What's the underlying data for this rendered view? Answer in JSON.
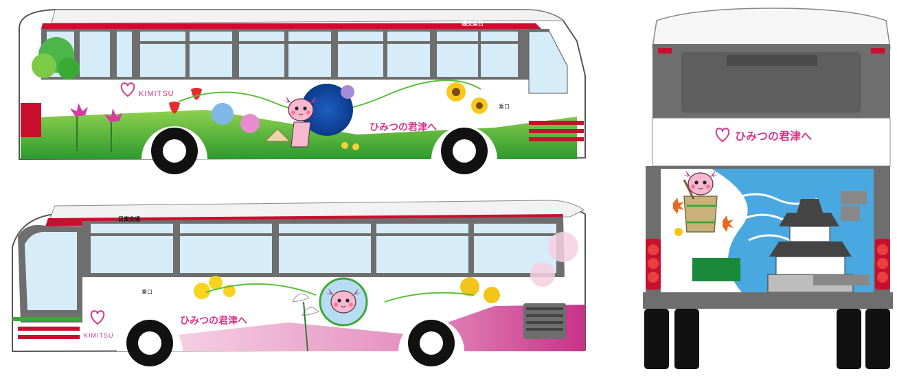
{
  "buses": {
    "upper_side": {
      "brand_text": "KIMITSU",
      "roof_plate": "通交東日",
      "slogan": "ひみつの君津へ",
      "door_label": "乗口"
    },
    "lower_side": {
      "brand_text": "KIMITSU",
      "roof_plate": "日東交通",
      "slogan": "ひみつの君津へ",
      "door_label": "乗口"
    },
    "rear": {
      "slogan": "ひみつの君津へ"
    }
  },
  "icons": {
    "logo": "kimitsu-heart-logo",
    "mascot": "kimitsu-mascot",
    "flowers": [
      "azalea",
      "strawberry",
      "hydrangea",
      "sunflower",
      "rapeseed",
      "calla-lily",
      "mimosa",
      "cherry-blossom"
    ],
    "castle": "kururi-castle"
  },
  "colors": {
    "brand_red": "#c8102e",
    "body_gray": "#6e6e6e",
    "window_blue": "#d6ecf8",
    "grass_green": "#3aa935",
    "pink_band": "#c8328a",
    "slogan_pink": "#d6378a",
    "river_blue": "#4aa8e0"
  }
}
